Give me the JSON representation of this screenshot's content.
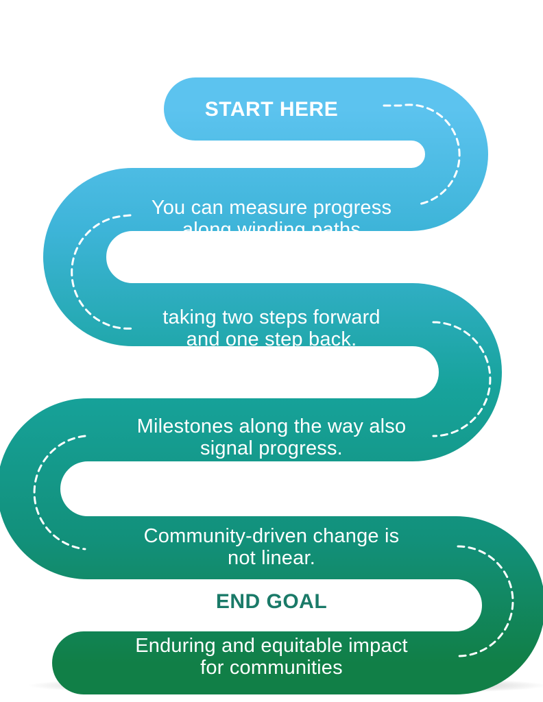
{
  "colors": {
    "road_top": "#5cc3ef",
    "road_mid": "#1aa59e",
    "road_bottom": "#13844a",
    "dashes": "#ffffff",
    "end_goal_text": "#1a7a68"
  },
  "steps": {
    "start": "START HERE",
    "step1_line1": "You can measure progress",
    "step1_line2": "along winding paths",
    "step2_line1": "taking two steps forward",
    "step2_line2": "and one step back.",
    "step3_line1": "Milestones along the way also",
    "step3_line2": "signal progress.",
    "step4_line1": "Community-driven change is",
    "step4_line2": "not linear.",
    "end": "END GOAL",
    "final_line1": "Enduring and equitable impact",
    "final_line2": "for communities"
  }
}
